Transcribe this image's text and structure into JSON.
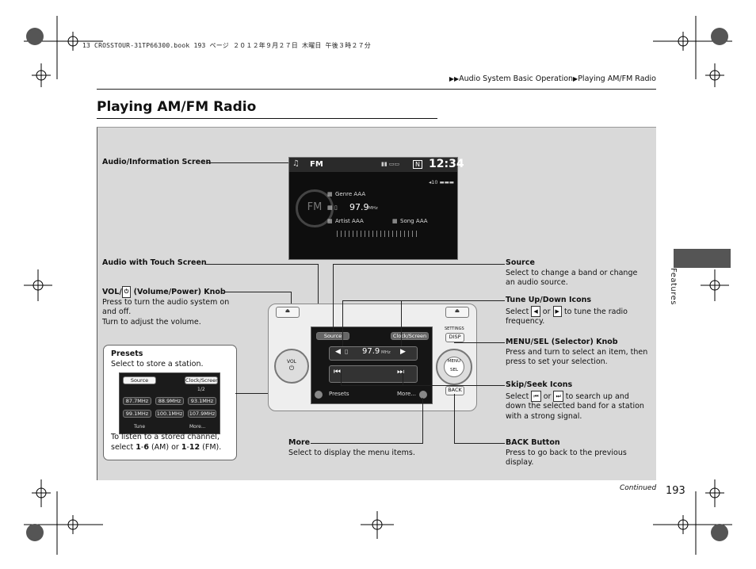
{
  "printer_line": "13 CROSSTOUR-31TP66300.book  193 ページ  ２０１２年９月２７日  木曜日  午後３時２７分",
  "breadcrumb": {
    "part1": "Audio System Basic Operation",
    "part2": "Playing AM/FM Radio"
  },
  "title": "Playing AM/FM Radio",
  "labels": {
    "audio_info_screen": "Audio/Information Screen",
    "audio_touch": "Audio with Touch Screen",
    "vol_title_a": "VOL/",
    "vol_title_b": " (Volume/Power) Knob",
    "vol_desc1": "Press to turn the audio system on and off.",
    "vol_desc2": "Turn to adjust the volume.",
    "presets_title": "Presets",
    "presets_desc": "Select to store a station.",
    "presets_note_a": "To listen to a stored channel, select ",
    "presets_note_b": "1",
    "presets_note_c": "-",
    "presets_note_d": "6",
    "presets_note_e": " (AM) or ",
    "presets_note_f": "1",
    "presets_note_g": "-",
    "presets_note_h": "12",
    "presets_note_i": " (FM).",
    "source_title": "Source",
    "source_desc": "Select to change a band or change an audio source.",
    "tune_title": "Tune Up/Down Icons",
    "tune_desc_a": "Select",
    "tune_desc_b": "or",
    "tune_desc_c": "to tune the radio frequency.",
    "menu_title": "MENU/SEL (Selector) Knob",
    "menu_desc": "Press and turn to select an item, then press to set your selection.",
    "skip_title": "Skip/Seek Icons",
    "skip_desc_a": "Select",
    "skip_desc_b": "or",
    "skip_desc_c": "to search up and down the selected band for a station with a strong signal.",
    "more_title": "More",
    "more_desc": "Select to display the menu items.",
    "back_title": "BACK Button",
    "back_desc": "Press to go back to the previous display."
  },
  "screen": {
    "band": "FM",
    "clock": "12:34",
    "compass": "N",
    "freq": "97.9",
    "unit": "MHz",
    "genre": "Genre AAA",
    "artist": "Artist AAA",
    "song": "Song AAA",
    "volume": "10"
  },
  "unit": {
    "source_btn": "Source",
    "clock_btn": "Clock/Screen",
    "freq": "97.9",
    "mhz": "MHz",
    "presets_btn": "Presets",
    "more_btn": "More...",
    "settings": "SETTINGS",
    "disp": "DISP",
    "menu": "MENU",
    "sel": "SEL",
    "back": "BACK",
    "vol": "VOL"
  },
  "mini": {
    "source": "Source",
    "clock": "Clock/Screen",
    "page": "1/2",
    "presets": [
      "87.7MHz",
      "88.9MHz",
      "93.1MHz",
      "99.1MHz",
      "100.1MHz",
      "107.9MHz"
    ],
    "tune": "Tune",
    "more": "More..."
  },
  "side_tab": "Features",
  "continued": "Continued",
  "page_number": "193"
}
